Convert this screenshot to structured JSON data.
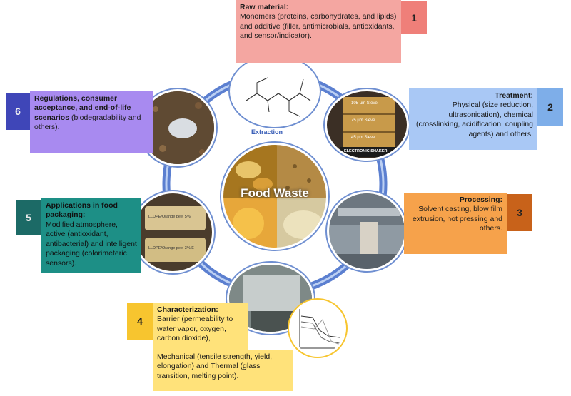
{
  "center": {
    "label": "Food Waste",
    "extraction": "Extraction"
  },
  "steps": {
    "s1": {
      "number": "1",
      "title": "Raw material:",
      "text": "Monomers (proteins, carbohydrates, and lipids) and additive (filler, antimicrobials, antioxidants, and sensor/indicator).",
      "color": "#f4a6a1",
      "num_color": "#ef7f79"
    },
    "s2": {
      "number": "2",
      "title": "Treatment:",
      "text": "Physical (size reduction, ultrasonication), chemical (crosslinking, acidification, coupling agents) and others.",
      "color": "#a9c8f5",
      "num_color": "#7eaee9"
    },
    "s3": {
      "number": "3",
      "title": "Processing:",
      "text": "Solvent casting, blow film extrusion, hot pressing and others.",
      "color": "#f6a24b",
      "num_color": "#c8621a"
    },
    "s4": {
      "number": "4",
      "title": "Characterization:",
      "text_a": "Barrier (permeability to water vapor, oxygen, carbon dioxide),",
      "text_b": "Mechanical (tensile strength, yield, elongation) and Thermal (glass transition, melting point).",
      "color": "#ffe27a",
      "num_color": "#f7c52f"
    },
    "s5": {
      "number": "5",
      "title": "Applications in food packaging:",
      "text": "Modified atmosphere, active (antioxidant, antibacterial) and intelligent packaging (colorimeteric sensors).",
      "color": "#1d8f86",
      "num_color": "#1c6a66"
    },
    "s6": {
      "number": "6",
      "title": "Regulations, consumer acceptance, and end-of-life scenarios",
      "text": "(biodegradability and others).",
      "color": "#a88af0",
      "num_color": "#3f46b8"
    }
  },
  "photos": {
    "sieve_labels": [
      "105 µm Sieve",
      "75 µm Sieve",
      "45 µm Sieve"
    ],
    "shaker_label": "ELECTRONIC SHAKER",
    "bag_labels": [
      "LLDPE/Orange peel 5%",
      "LLDPE/Orange peel 3% E"
    ]
  },
  "colors": {
    "ring": "#5b7fd0",
    "ring_light": "#bcd0f3"
  }
}
